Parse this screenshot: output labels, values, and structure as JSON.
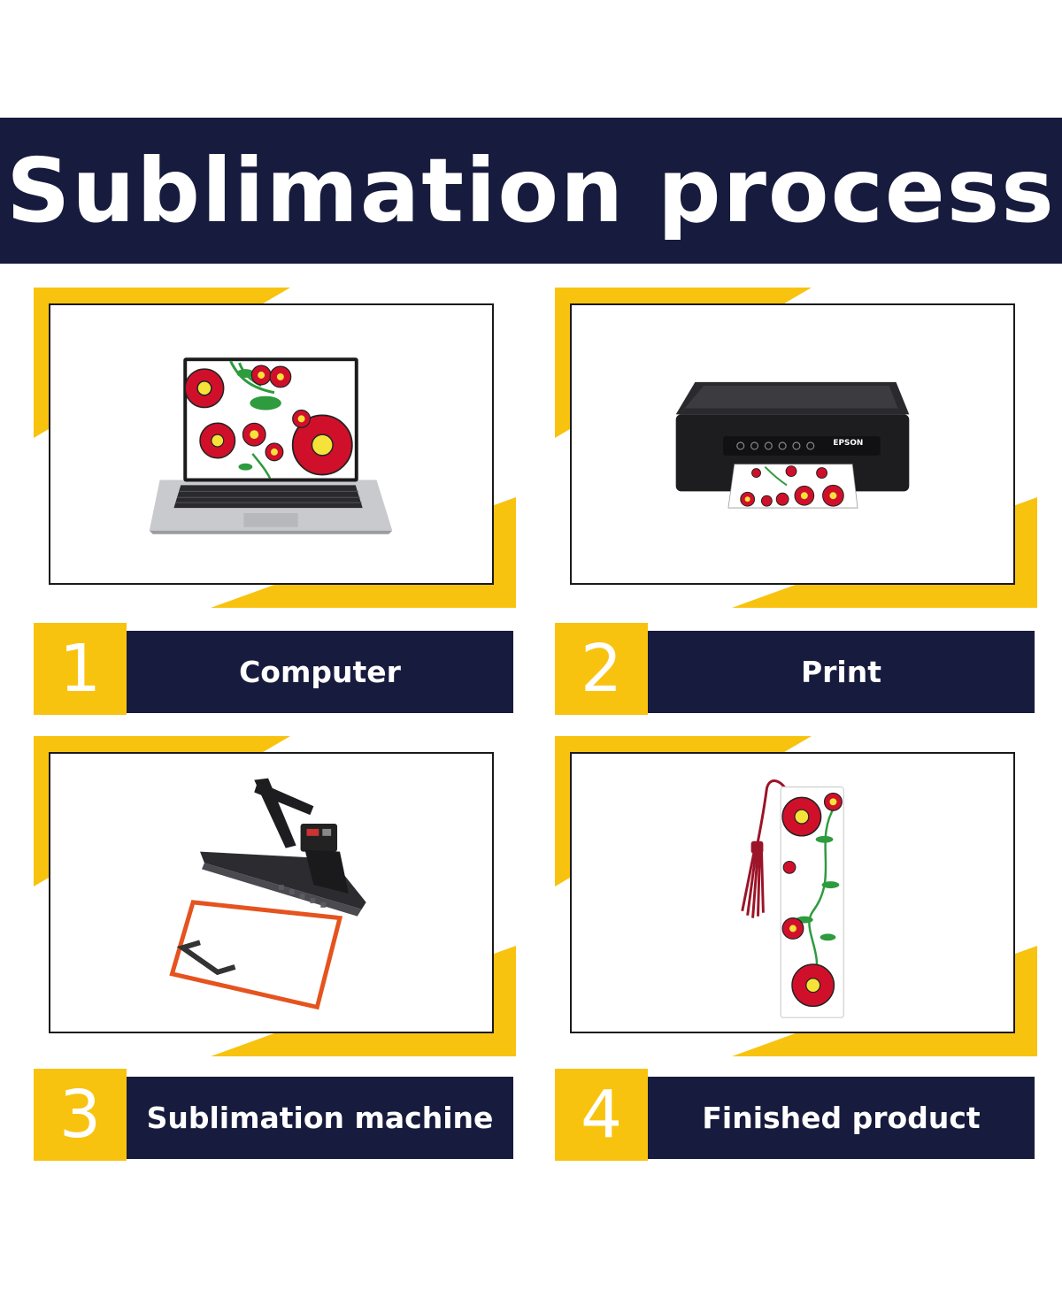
{
  "header": {
    "title": "Sublimation process"
  },
  "steps": [
    {
      "number": "1",
      "label": "Computer",
      "image": "laptop-image"
    },
    {
      "number": "2",
      "label": "Print",
      "image": "printer-image"
    },
    {
      "number": "3",
      "label": "Sublimation machine",
      "image": "heat-press-image"
    },
    {
      "number": "4",
      "label": "Finished product",
      "image": "bookmark-image"
    }
  ],
  "printer_brand": "EPSON",
  "colors": {
    "navy": "#171b3d",
    "accent_yellow": "#f8c30f",
    "flower_red": "#d0102a",
    "leaf_green": "#2e9b3e"
  }
}
